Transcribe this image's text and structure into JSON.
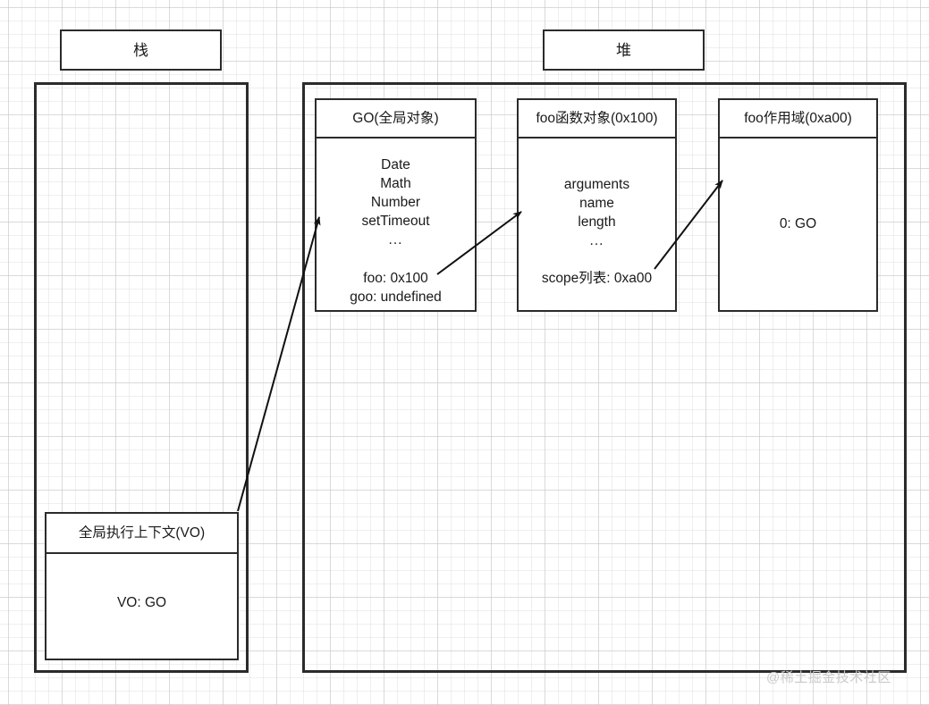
{
  "diagram": {
    "title_stack": "栈",
    "title_heap": "堆",
    "watermark": "@稀土掘金技术社区"
  },
  "stack": {
    "label": "栈",
    "frame": {
      "header": "全局执行上下文(VO)",
      "body": "VO: GO"
    }
  },
  "heap": {
    "label": "堆",
    "cards": [
      {
        "id": "global-object",
        "header": "GO(全局对象)",
        "properties": [
          "Date",
          "Math",
          "Number",
          "setTimeout",
          "..."
        ],
        "footer": [
          "foo: 0x100",
          "goo: undefined"
        ]
      },
      {
        "id": "foo-function-object",
        "header": "foo函数对象(0x100)",
        "properties": [
          "arguments",
          "name",
          "length",
          "..."
        ],
        "footer": [
          "scope列表: 0xa00"
        ]
      },
      {
        "id": "foo-scope",
        "header": "foo作用域(0xa00)",
        "properties": [],
        "footer": [],
        "body": "0: GO"
      }
    ]
  },
  "arrows": [
    {
      "id": "vo-to-go",
      "from": "全局执行上下文(VO)",
      "to": "GO(全局对象)"
    },
    {
      "id": "foo-ptr-to-function-object",
      "from": "foo: 0x100",
      "to": "foo函数对象(0x100)"
    },
    {
      "id": "scope-list-to-foo-scope",
      "from": "scope列表: 0xa00",
      "to": "foo作用域(0xa00)"
    }
  ],
  "colors": {
    "stroke": "#2b2b2b",
    "text": "#1a1a1a",
    "background": "#ffffff",
    "grid": "#dcdcdc",
    "watermark": "#c9c9c9"
  }
}
